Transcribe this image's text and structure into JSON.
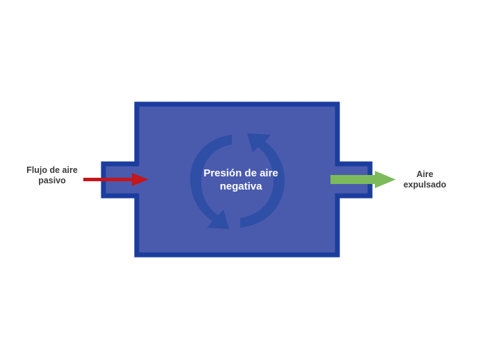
{
  "inlet_label": {
    "line1": "Flujo de aire",
    "line2": "pasivo"
  },
  "outlet_label": {
    "line1": "Aire",
    "line2": "expulsado"
  },
  "center_label": {
    "line1": "Presión de aire",
    "line2": "negativa"
  },
  "colors": {
    "chamber_fill": "#4a5bad",
    "chamber_border": "#1b3d9e",
    "circular_arrows": "#2f4ea6",
    "inlet_arrow": "#c4161c",
    "outlet_arrow": "#7dbb5a",
    "label_text": "#3a3a3a",
    "center_text": "#ffffff"
  },
  "icons": [
    "inlet-arrow-icon",
    "outlet-arrow-icon",
    "circular-flow-icon"
  ]
}
